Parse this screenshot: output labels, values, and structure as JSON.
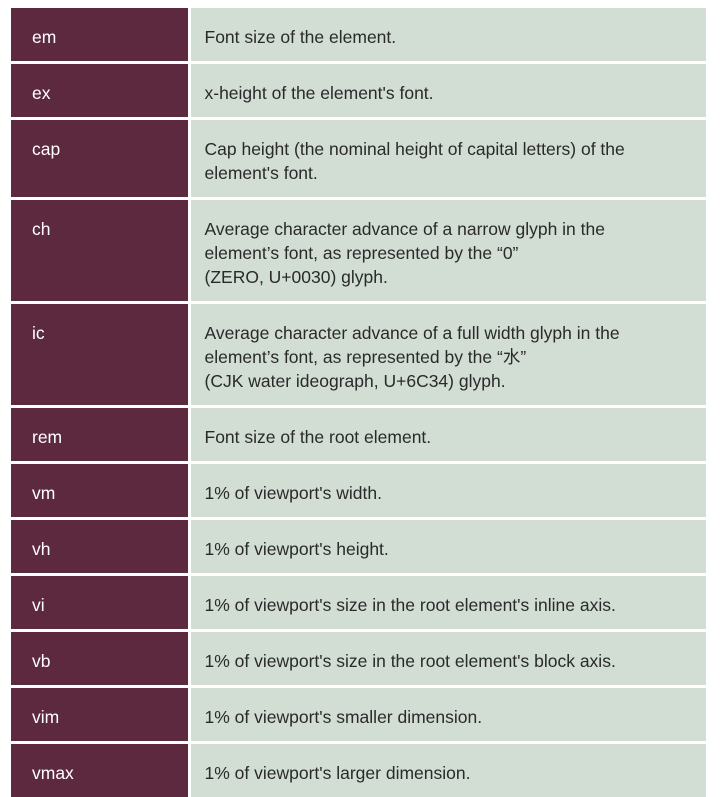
{
  "units": [
    {
      "term": "em",
      "desc": [
        "Font size of the element."
      ]
    },
    {
      "term": "ex",
      "desc": [
        "x-height of the element's font."
      ]
    },
    {
      "term": "cap",
      "desc": [
        "Cap height (the nominal height of capital letters) of the",
        "element's font."
      ]
    },
    {
      "term": "ch",
      "desc": [
        "Average character advance of a narrow glyph in the",
        "element’s font, as represented by the “0”",
        "(ZERO, U+0030) glyph."
      ]
    },
    {
      "term": "ic",
      "desc": [
        "Average character advance of a full width glyph in the",
        "element’s font, as represented by the “水”",
        "(CJK water ideograph, U+6C34) glyph."
      ]
    },
    {
      "term": "rem",
      "desc": [
        "Font size of the root element."
      ]
    },
    {
      "term": "vm",
      "desc": [
        "1% of viewport's width."
      ]
    },
    {
      "term": "vh",
      "desc": [
        "1% of viewport's height."
      ]
    },
    {
      "term": "vi",
      "desc": [
        "1% of viewport's size in the root element's inline axis."
      ]
    },
    {
      "term": "vb",
      "desc": [
        "1% of viewport's size in the root element's block axis."
      ]
    },
    {
      "term": "vim",
      "desc": [
        "1% of viewport's smaller dimension."
      ]
    },
    {
      "term": "vmax",
      "desc": [
        "1% of viewport's larger dimension."
      ]
    }
  ]
}
